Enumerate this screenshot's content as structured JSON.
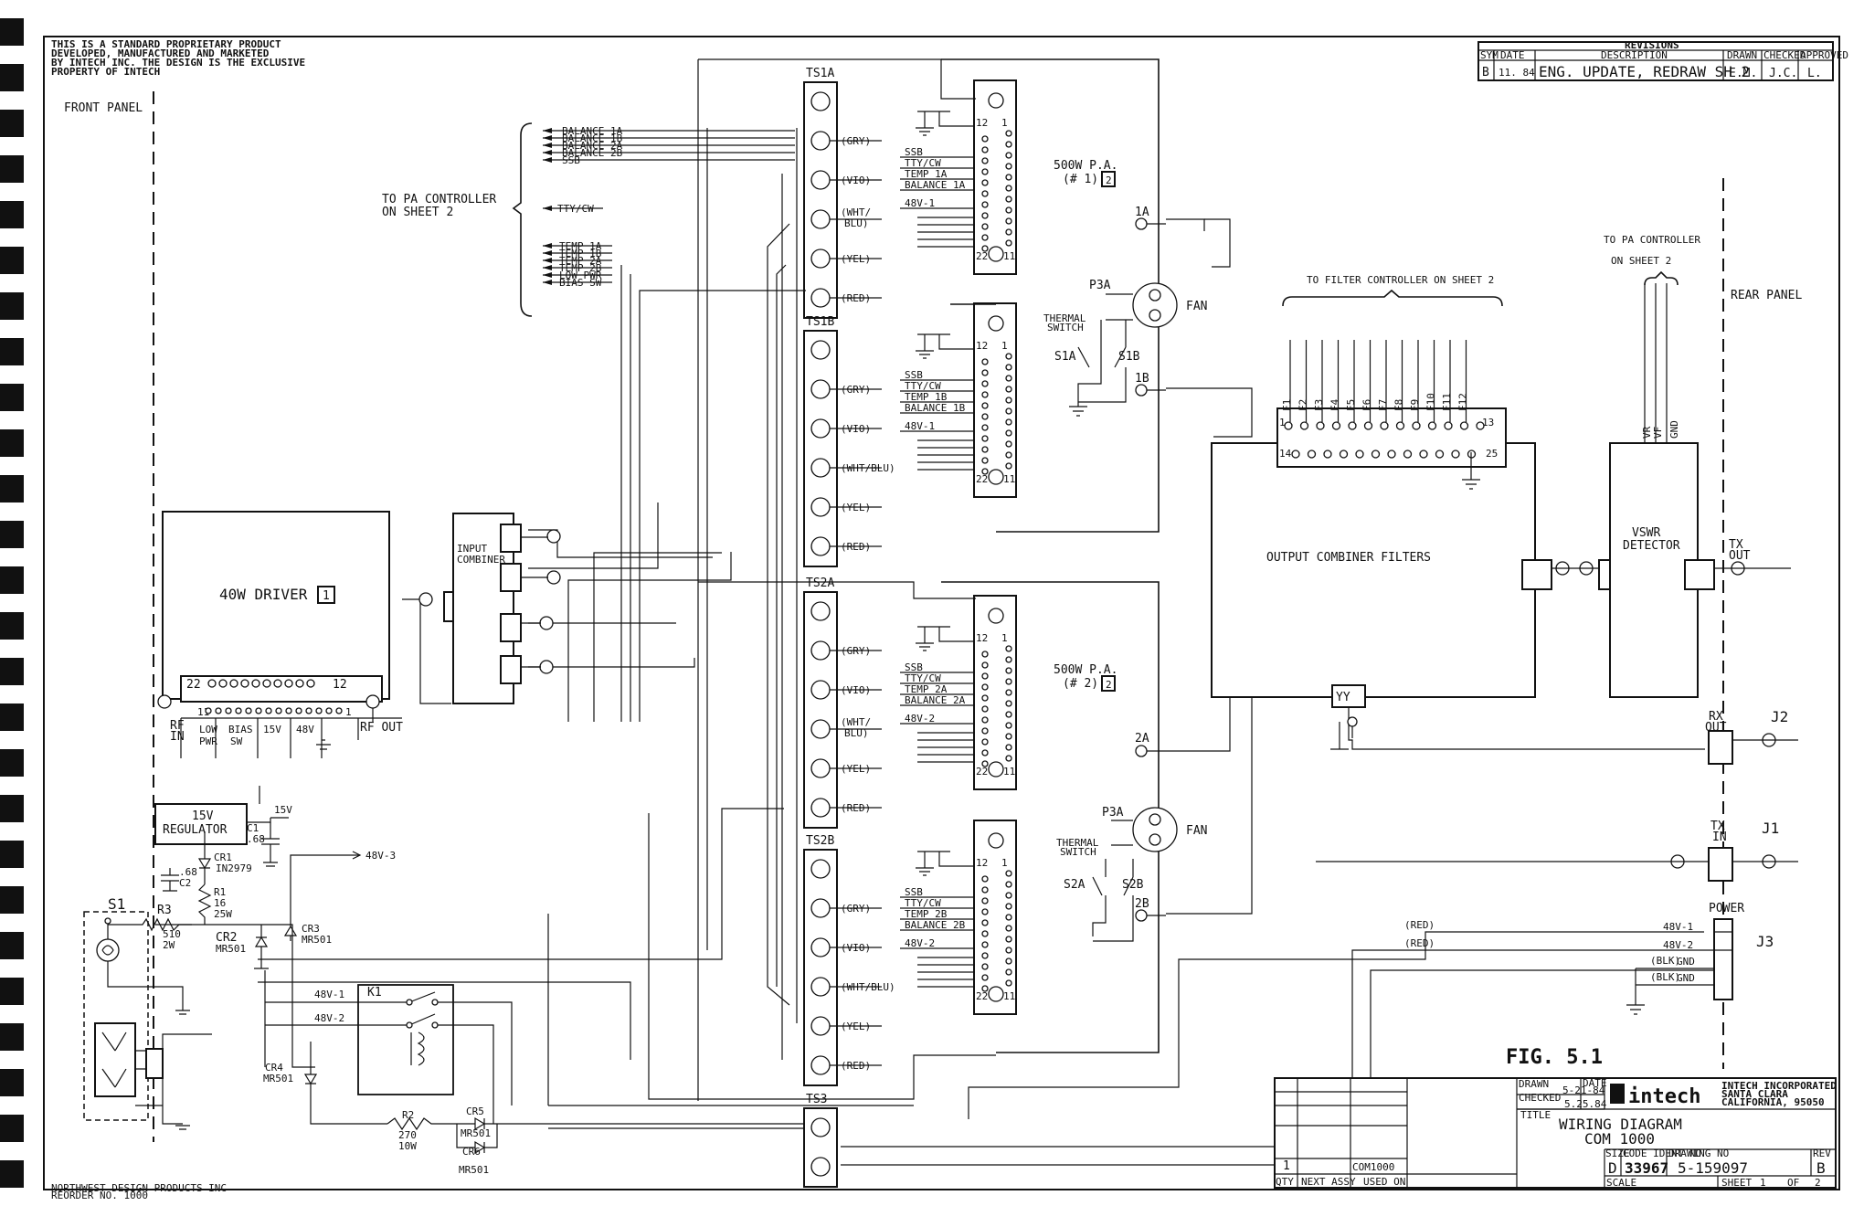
{
  "notice": [
    "THIS IS A STANDARD PROPRIETARY PRODUCT",
    "DEVELOPED, MANUFACTURED AND MARKETED",
    "BY INTECH INC. THE DESIGN IS THE EXCLUSIVE",
    "PROPERTY OF INTECH"
  ],
  "front_panel": "FRONT PANEL",
  "rear_panel": "REAR PANEL",
  "pa_controller": [
    "TO PA CONTROLLER",
    "ON SHEET 2"
  ],
  "pa_controller_rear": [
    "TO PA CONTROLLER",
    "ON SHEET 2"
  ],
  "filter_controller": "TO FILTER CONTROLLER ON SHEET 2",
  "signals_top": [
    "BALANCE 1A",
    "BALANCE 1B",
    "BALANCE 2A",
    "BALANCE 2B",
    "SSB"
  ],
  "signal_ttycw": "TTY/CW",
  "signals_bottom": [
    "TEMP 1A",
    "TEMP 1B",
    "TEMP 2A",
    "TEMP 2B",
    "LOW PWR",
    "BIAS SW"
  ],
  "terminal_strips": {
    "ts1a": "TS1A",
    "ts1b": "TS1B",
    "ts2a": "TS2A",
    "ts2b": "TS2B",
    "ts3": "TS3"
  },
  "wire_colors": {
    "gry": "(GRY)",
    "vio": "(VIO)",
    "wht_blu": "(WHT/BLU)",
    "wht_line1": "(WHT/",
    "wht_line2": "BLU)",
    "yel": "(YEL)",
    "red": "(RED)",
    "blk": "(BLK)"
  },
  "pa_labels_1": [
    "SSB",
    "TTY/CW",
    "TEMP 1A",
    "BALANCE 1A",
    "48V-1"
  ],
  "pa_labels_1b": [
    "SSB",
    "TTY/CW",
    "TEMP 1B",
    "BALANCE 1B",
    "48V-1"
  ],
  "pa_labels_2": [
    "SSB",
    "TTY/CW",
    "TEMP 2A",
    "BALANCE 2A",
    "48V-2"
  ],
  "pa_labels_2b": [
    "SSB",
    "TTY/CW",
    "TEMP 2B",
    "BALANCE 2B",
    "48V-2"
  ],
  "pa1": [
    "500W P.A.",
    "(# 1)",
    "2"
  ],
  "pa2": [
    "500W P.A.",
    "(# 2)",
    "2"
  ],
  "connector_pins": {
    "p12": "12",
    "p1": "1",
    "p22": "22",
    "p11": "11",
    "p13": "13",
    "p14": "14",
    "p25": "25"
  },
  "fan_labels": {
    "p3a": "P3A",
    "fan": "FAN",
    "thermal": [
      "THERMAL",
      "SWITCH"
    ],
    "s1a": "S1A",
    "s1b": "S1B",
    "s2a": "S2A",
    "s2b": "S2B",
    "j1a": "1A",
    "j1b": "1B",
    "j2a": "2A",
    "j2b": "2B"
  },
  "driver": {
    "label": "40W DRIVER",
    "ref": "1",
    "pins_left": "22",
    "pins_right": "12",
    "rf_in": [
      "RF",
      "IN"
    ],
    "rf_out": "RF OUT",
    "row2_left": "11",
    "row2_right": "1"
  },
  "driver_taps": [
    "LOW",
    "PWR",
    "BIAS",
    "SW",
    "15V",
    "48V"
  ],
  "input_combiner": [
    "INPUT",
    "COMBINER"
  ],
  "output_combiner": "OUTPUT COMBINER FILTERS",
  "vswr": [
    "VSWR",
    "DETECTOR"
  ],
  "vswr_pins": [
    "VR",
    "VF",
    "GND"
  ],
  "filter_pin_labels": [
    "F1",
    "F2",
    "F3",
    "F4",
    "F5",
    "F6",
    "F7",
    "F8",
    "F9",
    "F10",
    "F11",
    "F12"
  ],
  "tx_out": [
    "TX",
    "OUT"
  ],
  "rx_out": [
    "RX",
    "OUT"
  ],
  "tx_in": [
    "TX",
    "IN"
  ],
  "j_refs": [
    "J2",
    "J1",
    "J3"
  ],
  "power": "POWER",
  "power_pins": [
    "48V-1",
    "48V-2",
    "GND",
    "GND"
  ],
  "regulator": [
    "15V",
    "REGULATOR"
  ],
  "components": {
    "c1": [
      "C1",
      ".68"
    ],
    "c2": [
      ".68",
      "C2"
    ],
    "cr1": [
      "CR1",
      "IN2979"
    ],
    "r1": [
      "R1",
      "16",
      "25W"
    ],
    "r3": [
      "R3",
      "510",
      "2W"
    ],
    "r2": [
      "R2",
      "270",
      "10W"
    ],
    "cr2": [
      "CR2",
      "MR501"
    ],
    "cr3": [
      "CR3",
      "MR501"
    ],
    "cr4": [
      "CR4",
      "MR501"
    ],
    "cr5": [
      "CR5",
      "MR501"
    ],
    "cr6": [
      "CR6",
      "MR501"
    ],
    "k1": "K1",
    "s1": "S1",
    "v15": "15V",
    "v48_3": "48V-3",
    "v48_1": "48V-1",
    "v48_2": "48V-2"
  },
  "revisions": {
    "title": "REVISIONS",
    "headers": [
      "SYM",
      "DATE",
      "DESCRIPTION",
      "DRAWN",
      "CHECKED",
      "APPROVED"
    ],
    "row": [
      "B",
      "11. 84",
      "ENG. UPDATE, REDRAW SH 2",
      "E.M.",
      "J.C.",
      "L."
    ]
  },
  "fig": "FIG. 5.1",
  "title_block": {
    "company": "intech",
    "company_full": [
      "INTECH INCORPORATED",
      "SANTA CLARA",
      "CALIFORNIA, 95050"
    ],
    "drawn": "DRAWN",
    "date": "DATE",
    "date1": "5-21-84",
    "checked": "CHECKED",
    "date2": "5.25.84",
    "title_label": "TITLE",
    "title": [
      "WIRING DIAGRAM",
      "COM 1000"
    ],
    "size_label": "SIZE",
    "size": "D",
    "code_label": "CODE IDENT NO",
    "code": "33967",
    "dwg_label": "DRAWING NO",
    "dwg": "5-159097",
    "rev_label": "REV",
    "rev": "B",
    "scale": "SCALE",
    "sheet": "SHEET",
    "sheet_no": "1",
    "of": "OF",
    "of_no": "2",
    "qty": "1",
    "used_on_val": "COM1000",
    "qty_label": "QTY",
    "next_assy": "NEXT ASSY",
    "used_on": "USED ON"
  },
  "printer": [
    "NORTHWEST DESIGN PRODUCTS INC",
    "REORDER NO. 1000"
  ]
}
